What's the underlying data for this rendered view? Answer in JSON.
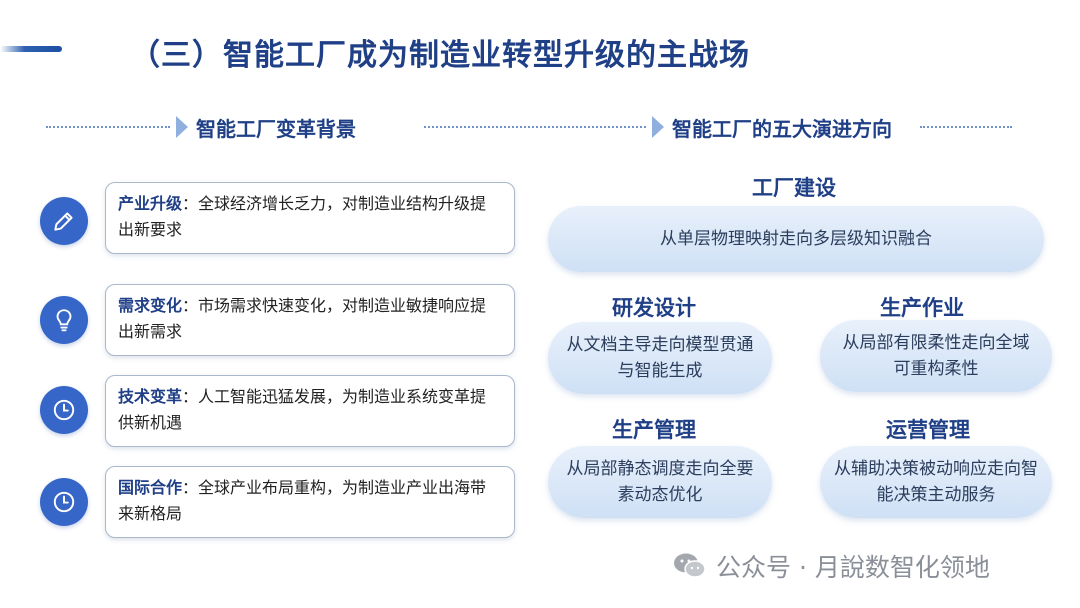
{
  "title": "（三）智能工厂成为制造业转型升级的主战场",
  "left_section": {
    "heading": "智能工厂变革背景",
    "items": [
      {
        "icon": "pencil-icon",
        "keyword": "产业升级",
        "sep": "：",
        "text": "全球经济增长乏力，对制造业结构升级提出新要求"
      },
      {
        "icon": "lightbulb-icon",
        "keyword": "需求变化",
        "sep": "：",
        "text": "市场需求快速变化，对制造业敏捷响应提出新需求"
      },
      {
        "icon": "clock-icon",
        "keyword": "技术变革",
        "sep": "：",
        "text": "人工智能迅猛发展，为制造业系统变革提供新机遇"
      },
      {
        "icon": "clock-icon",
        "keyword": "国际合作",
        "sep": "：",
        "text": "全球产业布局重构，为制造业产业出海带来新格局"
      }
    ]
  },
  "right_section": {
    "heading": "智能工厂的五大演进方向",
    "directions": [
      {
        "title": "工厂建设",
        "desc": "从单层物理映射走向多层级知识融合"
      },
      {
        "title": "研发设计",
        "desc": "从文档主导走向模型贯通与智能生成"
      },
      {
        "title": "生产作业",
        "desc": "从局部有限柔性走向全域可重构柔性"
      },
      {
        "title": "生产管理",
        "desc": "从局部静态调度走向全要素动态优化"
      },
      {
        "title": "运营管理",
        "desc": "从辅助决策被动响应走向智能决策主动服务"
      }
    ]
  },
  "watermark": "公众号 · 月說数智化领地",
  "colors": {
    "title": "#1f3f86",
    "icon_bg": "#3566c8",
    "pill_bg": "#d6e5f7"
  }
}
